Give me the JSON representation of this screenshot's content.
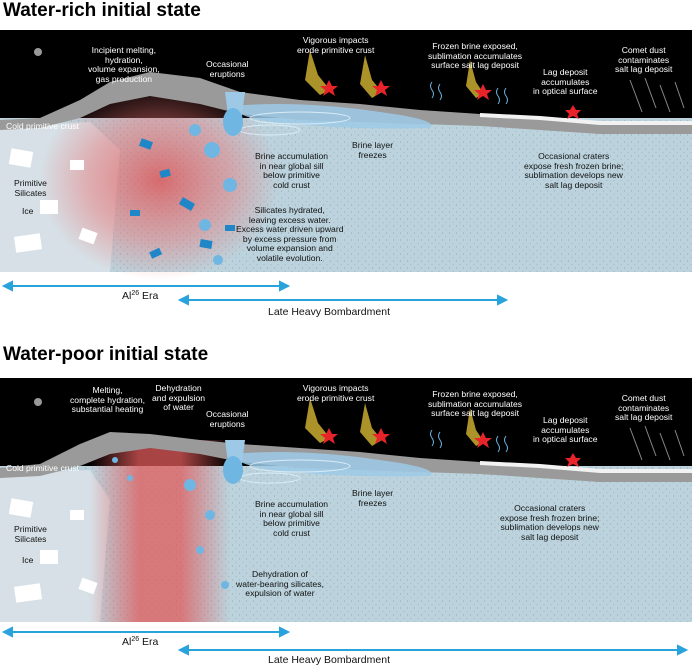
{
  "panels": [
    {
      "title": "Water-rich initial state",
      "labels": {
        "melting": [
          "Incipient melting,",
          "hydration,",
          "volume expansion,",
          "gas production"
        ],
        "eruptions": [
          "Occasional",
          "eruptions"
        ],
        "impacts": [
          "Vigorous impacts",
          "erode primitive crust"
        ],
        "frozen_brine": [
          "Frozen brine exposed,",
          "sublimation accumulates",
          "surface salt lag deposit"
        ],
        "comet_dust": [
          "Comet dust",
          "contaminates",
          "salt lag deposit"
        ],
        "lag_deposit": [
          "Lag deposit",
          "accumulates",
          "in optical surface"
        ],
        "cold_crust": "Cold primitive crust",
        "primitive_silicates": [
          "Primitive",
          "Silicates"
        ],
        "ice": "Ice",
        "brine_accumulation": [
          "Brine accumulation",
          "in near global sill",
          "below primitive",
          "cold crust"
        ],
        "brine_layer": [
          "Brine layer",
          "freezes"
        ],
        "occasional_craters": [
          "Occasional craters",
          "expose fresh frozen brine;",
          "sublimation develops new",
          "salt lag deposit"
        ],
        "process_note": [
          "Silicates hydrated,",
          "leaving excess water.",
          "Excess water driven upward",
          "by excess pressure from",
          "volume expansion and",
          "volatile evolution."
        ]
      },
      "timeline": {
        "al26_prefix": "Al",
        "al26_sup": "26",
        "al26_suffix": " Era",
        "lhb": "Late Heavy Bombardment"
      }
    },
    {
      "title": "Water-poor initial state",
      "labels": {
        "melting": [
          "Melting,",
          "complete hydration,",
          "substantial heating"
        ],
        "dehydration": [
          "Dehydration",
          "and expulsion",
          "of water"
        ],
        "eruptions": [
          "Occasional",
          "eruptions"
        ],
        "impacts": [
          "Vigorous impacts",
          "erode primitive crust"
        ],
        "frozen_brine": [
          "Frozen brine exposed,",
          "sublimation accumulates",
          "surface salt lag deposit"
        ],
        "comet_dust": [
          "Comet dust",
          "contaminates",
          "salt lag deposit"
        ],
        "lag_deposit": [
          "Lag deposit",
          "accumulates",
          "in optical surface"
        ],
        "cold_crust": "Cold primitive crust",
        "primitive_silicates": [
          "Primitive",
          "Silicates"
        ],
        "ice": "Ice",
        "brine_accumulation": [
          "Brine accumulation",
          "in near global sill",
          "below primitive",
          "cold crust"
        ],
        "brine_layer": [
          "Brine layer",
          "freezes"
        ],
        "occasional_craters": [
          "Occasional craters",
          "expose fresh frozen brine;",
          "sublimation develops new",
          "salt lag deposit"
        ],
        "process_note": [
          "Dehydration of",
          "water-bearing silicates,",
          "expulsion of water"
        ]
      },
      "timeline": {
        "al26_prefix": "Al",
        "al26_sup": "26",
        "al26_suffix": " Era",
        "lhb": "Late Heavy Bombardment"
      }
    }
  ],
  "colors": {
    "space": "#000000",
    "interior": "#bcd3dd",
    "crust": "#9a9a9a",
    "brine": "#9ec9e6",
    "water_blue": "#1f86c8",
    "heat_red": "#e05a5a",
    "arrow": "#29a3dc",
    "impact_star": "#e8242a",
    "impact_glow": "#f3d03a"
  }
}
